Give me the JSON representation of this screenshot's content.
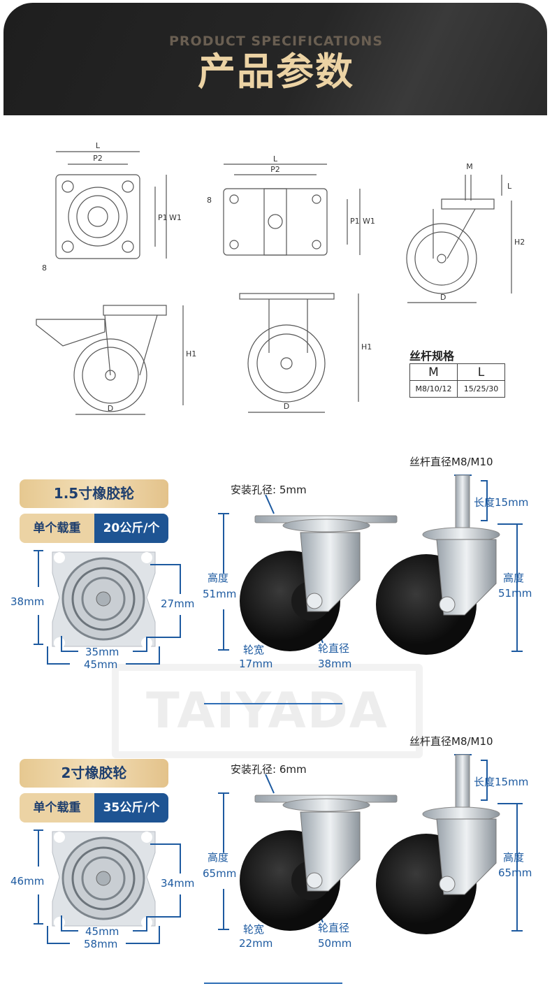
{
  "header": {
    "subtitle": "PRODUCT SPECIFICATIONS",
    "title": "产品参数"
  },
  "drawings": {
    "labels": {
      "L": "L",
      "P2": "P2",
      "W1": "W1",
      "P1": "P1",
      "dim8": "8",
      "M": "M",
      "H2": "H2",
      "D": "D",
      "H1": "H1"
    }
  },
  "spec_table": {
    "title": "丝杆规格",
    "headers": [
      "M",
      "L"
    ],
    "values": [
      "M8/10/12",
      "15/25/30"
    ]
  },
  "watermark": "TAIYADA",
  "sections": [
    {
      "title": "1.5寸橡胶轮",
      "load_label": "单个载重",
      "load_value": "20公斤/个",
      "screw_diameter": "丝杆直径M8/M10",
      "length": "长度15mm",
      "mount_hole": "安装孔径: 5mm",
      "plate_height": "38mm",
      "hole_v": "27mm",
      "hole_h": "35mm",
      "plate_width": "45mm",
      "height_label": "高度",
      "height_value": "51mm",
      "width_label": "轮宽",
      "width_value": "17mm",
      "dia_label": "轮直径",
      "dia_value": "38mm"
    },
    {
      "title": "2寸橡胶轮",
      "load_label": "单个载重",
      "load_value": "35公斤/个",
      "screw_diameter": "丝杆直径M8/M10",
      "length": "长度15mm",
      "mount_hole": "安装孔径: 6mm",
      "plate_height": "46mm",
      "hole_v": "34mm",
      "hole_h": "45mm",
      "plate_width": "58mm",
      "height_label": "高度",
      "height_value": "65mm",
      "width_label": "轮宽",
      "width_value": "22mm",
      "dia_label": "轮直径",
      "dia_value": "50mm"
    }
  ],
  "colors": {
    "accent_blue": "#1d5aa0",
    "gold": "#ecd3a4",
    "header_bg": "#222222"
  }
}
